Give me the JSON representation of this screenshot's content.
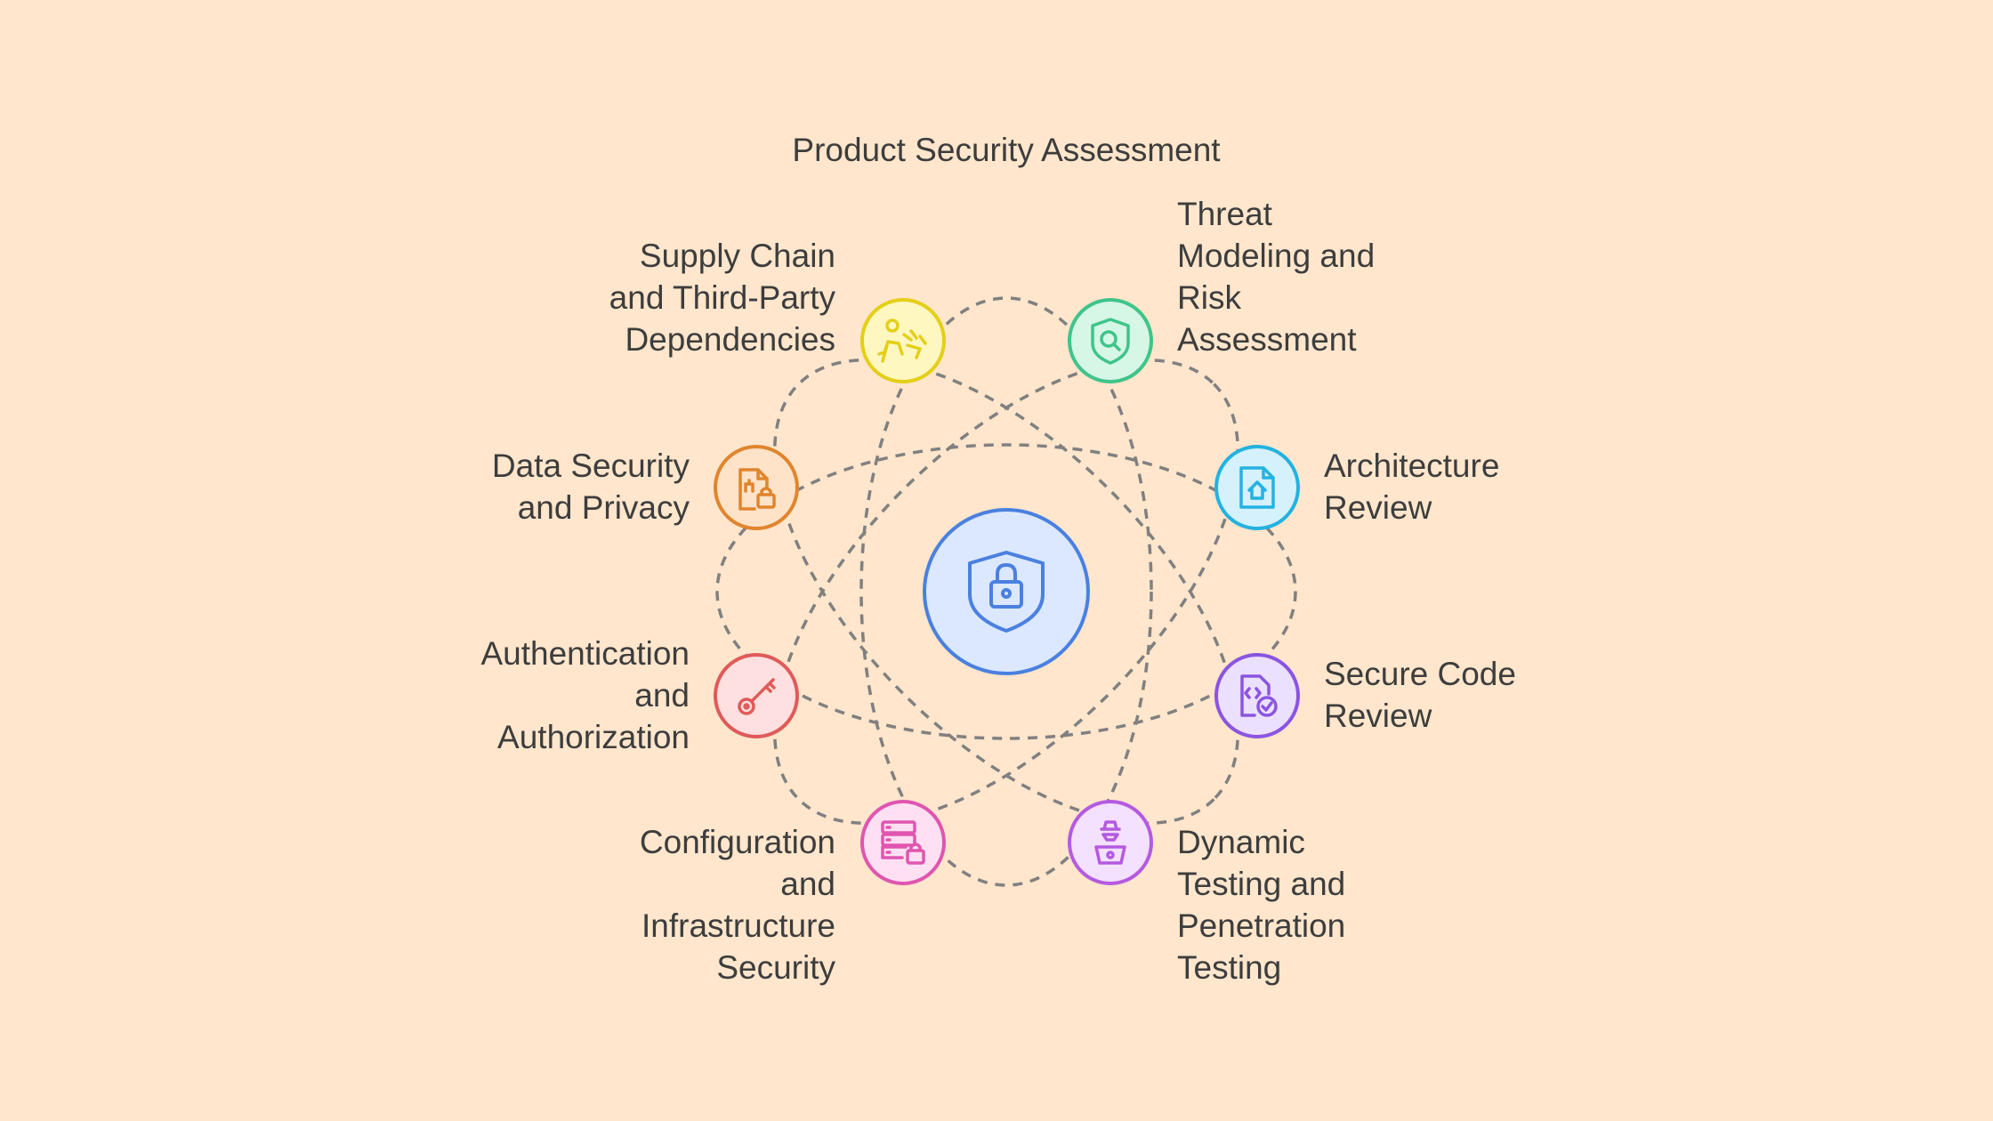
{
  "title": "Product Security Assessment",
  "center": {
    "icon": "shield-lock-icon",
    "fill": "#dbe8ff",
    "stroke": "#4a80e0"
  },
  "nodes": [
    {
      "id": "supply-chain",
      "label": "Supply Chain\nand Third-Party\nDependencies",
      "icon": "person-puzzle-icon",
      "color": "#e4cf18",
      "fill": "#fff7c0"
    },
    {
      "id": "threat-modeling",
      "label": "Threat\nModeling and\nRisk\nAssessment",
      "icon": "shield-search-icon",
      "color": "#3fc48a",
      "fill": "#d6f6e6"
    },
    {
      "id": "data-security",
      "label": "Data Security\nand Privacy",
      "icon": "document-lock-icon",
      "color": "#e0852e",
      "fill": "#ffe3c8"
    },
    {
      "id": "architecture-review",
      "label": "Architecture\nReview",
      "icon": "document-home-icon",
      "color": "#24b2e0",
      "fill": "#d4f1fc"
    },
    {
      "id": "authentication",
      "label": "Authentication\nand\nAuthorization",
      "icon": "key-icon",
      "color": "#e05a5a",
      "fill": "#ffe0e0"
    },
    {
      "id": "secure-code-review",
      "label": "Secure Code\nReview",
      "icon": "code-check-icon",
      "color": "#8a55e0",
      "fill": "#ece0ff"
    },
    {
      "id": "configuration",
      "label": "Configuration\nand\nInfrastructure\nSecurity",
      "icon": "server-lock-icon",
      "color": "#e055b0",
      "fill": "#ffe0f2"
    },
    {
      "id": "dynamic-testing",
      "label": "Dynamic\nTesting and\nPenetration\nTesting",
      "icon": "hacker-laptop-icon",
      "color": "#b45ae0",
      "fill": "#f4e0ff"
    }
  ],
  "orbit_color": "#808080"
}
